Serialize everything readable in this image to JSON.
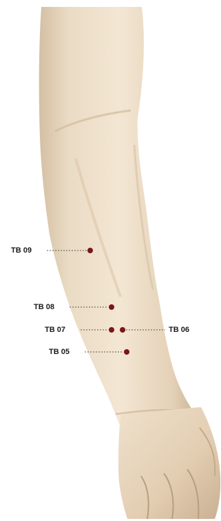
{
  "points": [
    {
      "id": "tb09",
      "label": "TB 09"
    },
    {
      "id": "tb08",
      "label": "TB 08"
    },
    {
      "id": "tb07",
      "label": "TB 07"
    },
    {
      "id": "tb06",
      "label": "TB 06"
    },
    {
      "id": "tb05",
      "label": "TB 05"
    }
  ],
  "colors": {
    "skin": "#eedfc9",
    "skin_shadow": "#cbb59a",
    "point": "#7a1616",
    "leader": "#555555",
    "label": "#1a1a1a"
  }
}
